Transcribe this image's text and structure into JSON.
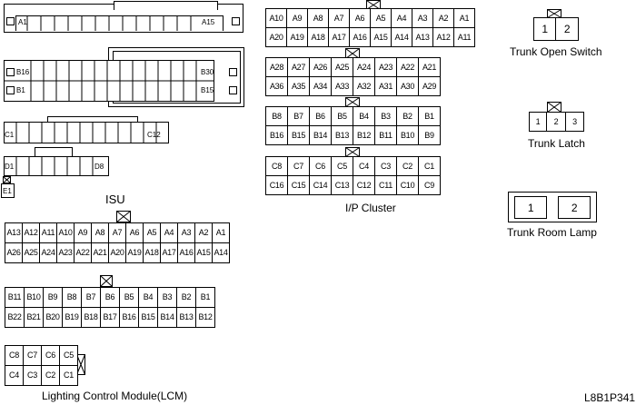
{
  "connectors_left": {
    "a": {
      "first": "A1",
      "last": "A15"
    },
    "b": {
      "top_first": "B16",
      "top_last": "B30",
      "bottom_first": "B1",
      "bottom_last": "B15"
    },
    "c": {
      "first": "C1",
      "last": "C12"
    },
    "d": {
      "first": "D1",
      "last": "D8"
    },
    "e": {
      "label": "E1"
    }
  },
  "isu": {
    "title": "ISU",
    "a_row1": [
      "A13",
      "A12",
      "A11",
      "A10",
      "A9",
      "A8",
      "A7",
      "A6",
      "A5",
      "A4",
      "A3",
      "A2",
      "A1"
    ],
    "a_row2": [
      "A26",
      "A25",
      "A24",
      "A23",
      "A22",
      "A21",
      "A20",
      "A19",
      "A18",
      "A17",
      "A16",
      "A15",
      "A14"
    ],
    "b_row1": [
      "B11",
      "B10",
      "B9",
      "B8",
      "B7",
      "B6",
      "B5",
      "B4",
      "B3",
      "B2",
      "B1"
    ],
    "b_row2": [
      "B22",
      "B21",
      "B20",
      "B19",
      "B18",
      "B17",
      "B16",
      "B15",
      "B14",
      "B13",
      "B12"
    ],
    "c_row1": [
      "C8",
      "C7",
      "C6",
      "C5"
    ],
    "c_row2": [
      "C4",
      "C3",
      "C2",
      "C1"
    ],
    "module_label": "Lighting Control Module(LCM)"
  },
  "ip_cluster": {
    "title": "I/P Cluster",
    "a_row1": [
      "A10",
      "A9",
      "A8",
      "A7",
      "A6",
      "A5",
      "A4",
      "A3",
      "A2",
      "A1"
    ],
    "a_row2": [
      "A20",
      "A19",
      "A18",
      "A17",
      "A16",
      "A15",
      "A14",
      "A13",
      "A12",
      "A11"
    ],
    "a2_row1": [
      "A28",
      "A27",
      "A26",
      "A25",
      "A24",
      "A23",
      "A22",
      "A21"
    ],
    "a2_row2": [
      "A36",
      "A35",
      "A34",
      "A33",
      "A32",
      "A31",
      "A30",
      "A29"
    ],
    "b_row1": [
      "B8",
      "B7",
      "B6",
      "B5",
      "B4",
      "B3",
      "B2",
      "B1"
    ],
    "b_row2": [
      "B16",
      "B15",
      "B14",
      "B13",
      "B12",
      "B11",
      "B10",
      "B9"
    ],
    "c_row1": [
      "C8",
      "C7",
      "C6",
      "C5",
      "C4",
      "C3",
      "C2",
      "C1"
    ],
    "c_row2": [
      "C16",
      "C15",
      "C14",
      "C13",
      "C12",
      "C11",
      "C10",
      "C9"
    ]
  },
  "trunk_open_switch": {
    "pins": [
      "1",
      "2"
    ],
    "title": "Trunk Open Switch"
  },
  "trunk_latch": {
    "pins": [
      "1",
      "2",
      "3"
    ],
    "title": "Trunk Latch"
  },
  "trunk_room_lamp": {
    "pins": [
      "1",
      "2"
    ],
    "title": "Trunk Room Lamp"
  },
  "figure_code": "L8B1P341"
}
